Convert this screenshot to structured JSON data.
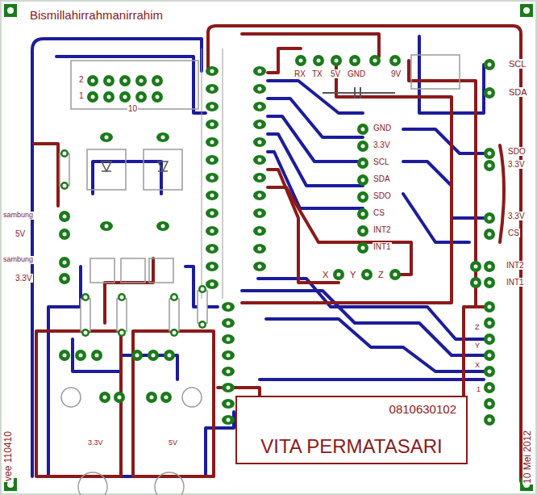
{
  "diagram": {
    "title": "Bismillahirrahmanirrahim",
    "nodes": [
      {
        "text": [
          "0810630102",
          "VITA PERMATASARI"
        ]
      }
    ],
    "labels": [
      "2",
      "1",
      "10",
      "RX",
      "TX",
      "5V",
      "GND",
      "9V",
      "SCL",
      "SDA",
      "GND",
      "3.3V",
      "SCL",
      "SDA",
      "SDO",
      "CS",
      "INT2",
      "INT1",
      "SDO",
      "3.3V",
      "3.3V",
      "CS",
      "sambung",
      "5V",
      "sambung",
      "3.3V",
      "INT2",
      "INT1",
      "X",
      "Y",
      "Z",
      "Z",
      "Y",
      "X",
      "1",
      "3.3V",
      "5V",
      "vee 110410",
      "10 Mei 2012"
    ]
  }
}
